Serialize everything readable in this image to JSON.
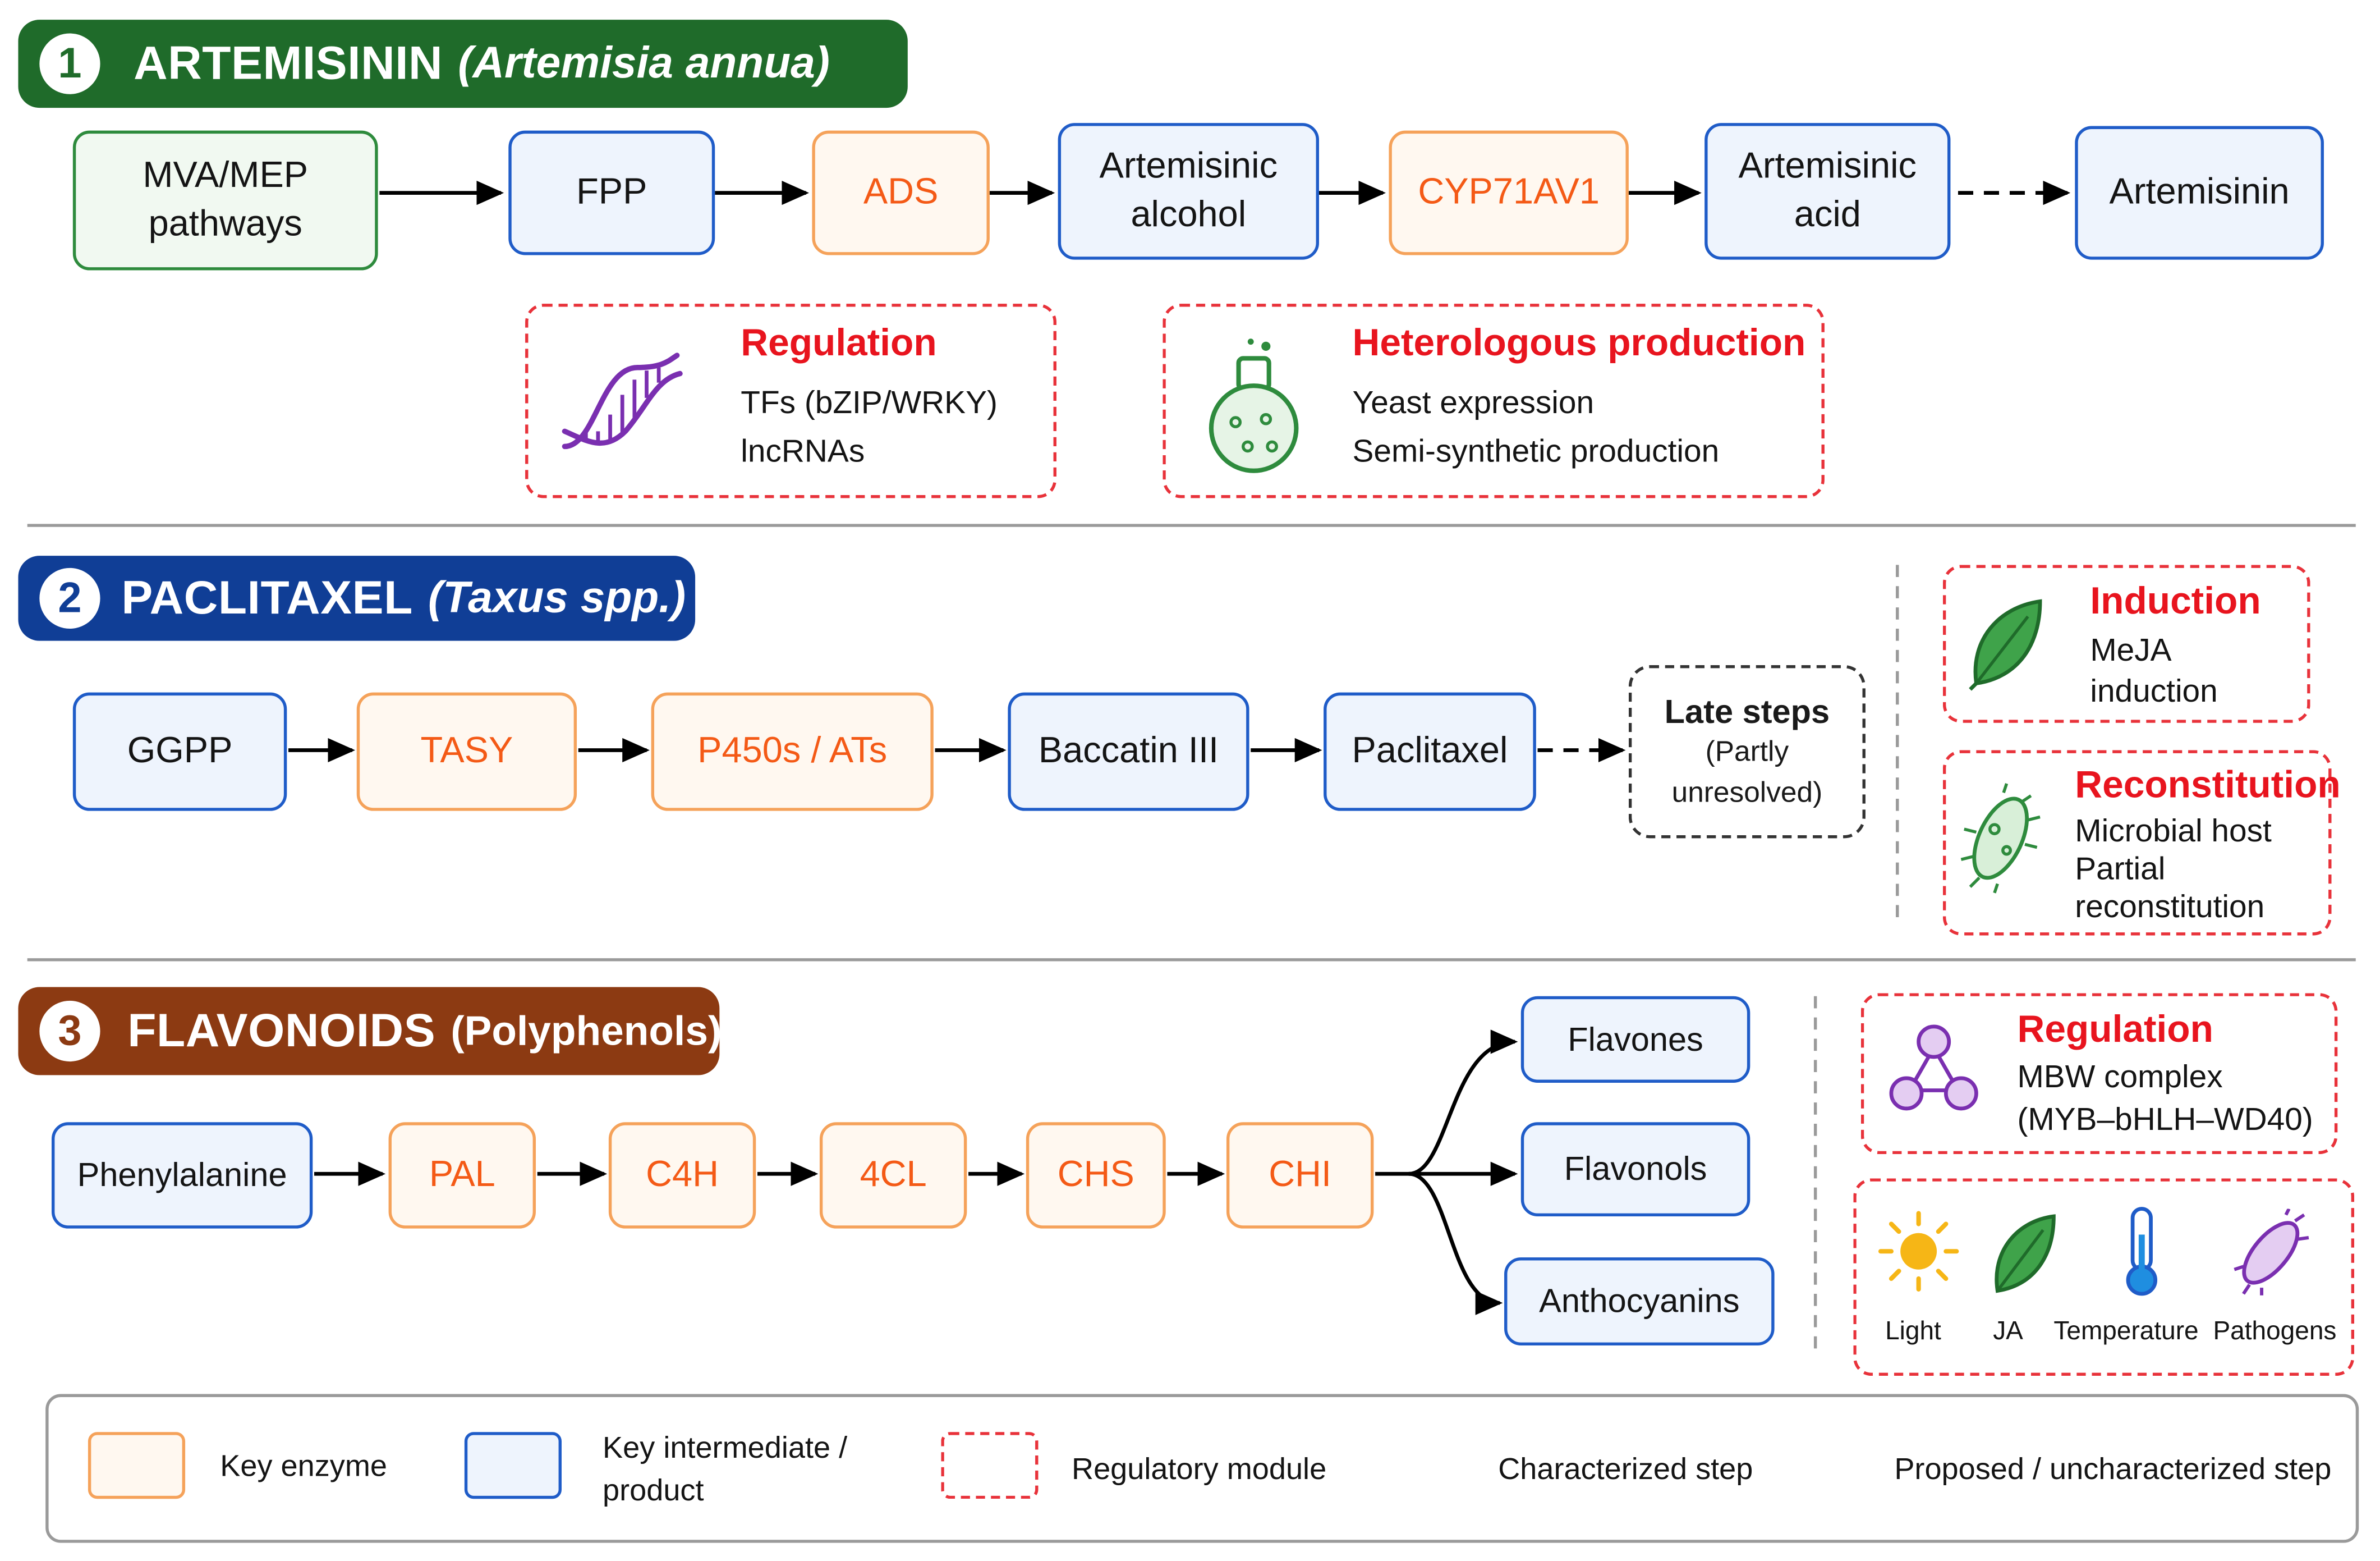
{
  "colors": {
    "artemisinin_banner": "#1f6b2a",
    "paclitaxel_banner": "#103e96",
    "flavonoids_banner": "#8c3a12",
    "enzyme_text": "#f45a16",
    "regulation_red": "#e8141e",
    "intermediate_border": "#1f5cc8",
    "enzyme_border": "#f5a25a"
  },
  "sections": {
    "artemisinin": {
      "number": "1",
      "title": "ARTEMISININ",
      "subtitle": "(Artemisia annua)",
      "nodes": {
        "mva_l1": "MVA/MEP",
        "mva_l2": "pathways",
        "fpp": "FPP",
        "ads": "ADS",
        "alcohol_l1": "Artemisinic",
        "alcohol_l2": "alcohol",
        "cyp": "CYP71AV1",
        "acid_l1": "Artemisinic",
        "acid_l2": "acid",
        "artemisinin": "Artemisinin"
      },
      "regulation": {
        "title": "Regulation",
        "line1": "TFs (bZIP/WRKY)",
        "line2": "lncRNAs",
        "icon": "dna-icon"
      },
      "heterologous": {
        "title": "Heterologous production",
        "line1": "Yeast expression",
        "line2": "Semi-synthetic production",
        "icon": "flask-icon"
      }
    },
    "paclitaxel": {
      "number": "2",
      "title": "PACLITAXEL",
      "subtitle": "(Taxus spp.)",
      "nodes": {
        "ggpp": "GGPP",
        "tasy": "TASY",
        "p450": "P450s / ATs",
        "baccatin": "Baccatin III",
        "paclitaxel": "Paclitaxel",
        "late_l1": "Late steps",
        "late_l2": "(Partly",
        "late_l3": "unresolved)"
      },
      "induction": {
        "title": "Induction",
        "line1": "MeJA",
        "line2": "induction",
        "icon": "leaf-icon"
      },
      "reconstitution": {
        "title": "Reconstitution",
        "line1": "Microbial host",
        "line2": "Partial",
        "line3": "reconstitution",
        "icon": "microbe-icon"
      }
    },
    "flavonoids": {
      "number": "3",
      "title": "FLAVONOIDS",
      "subtitle": "(Polyphenols)",
      "nodes": {
        "phe": "Phenylalanine",
        "pal": "PAL",
        "c4h": "C4H",
        "fourcl": "4CL",
        "chs": "CHS",
        "chi": "CHI",
        "flavones": "Flavones",
        "flavonols": "Flavonols",
        "anthocyanins": "Anthocyanins"
      },
      "regulation": {
        "title": "Regulation",
        "line1": "MBW complex",
        "line2": "(MYB–bHLH–WD40)",
        "icon": "network-icon"
      },
      "factors": {
        "light": "Light",
        "ja": "JA",
        "temperature": "Temperature",
        "pathogens": "Pathogens"
      }
    }
  },
  "legend": {
    "key_enzyme": "Key enzyme",
    "key_intermediate_l1": "Key intermediate /",
    "key_intermediate_l2": "product",
    "regulatory_module": "Regulatory module",
    "characterized": "Characterized step",
    "proposed": "Proposed / uncharacterized step"
  }
}
